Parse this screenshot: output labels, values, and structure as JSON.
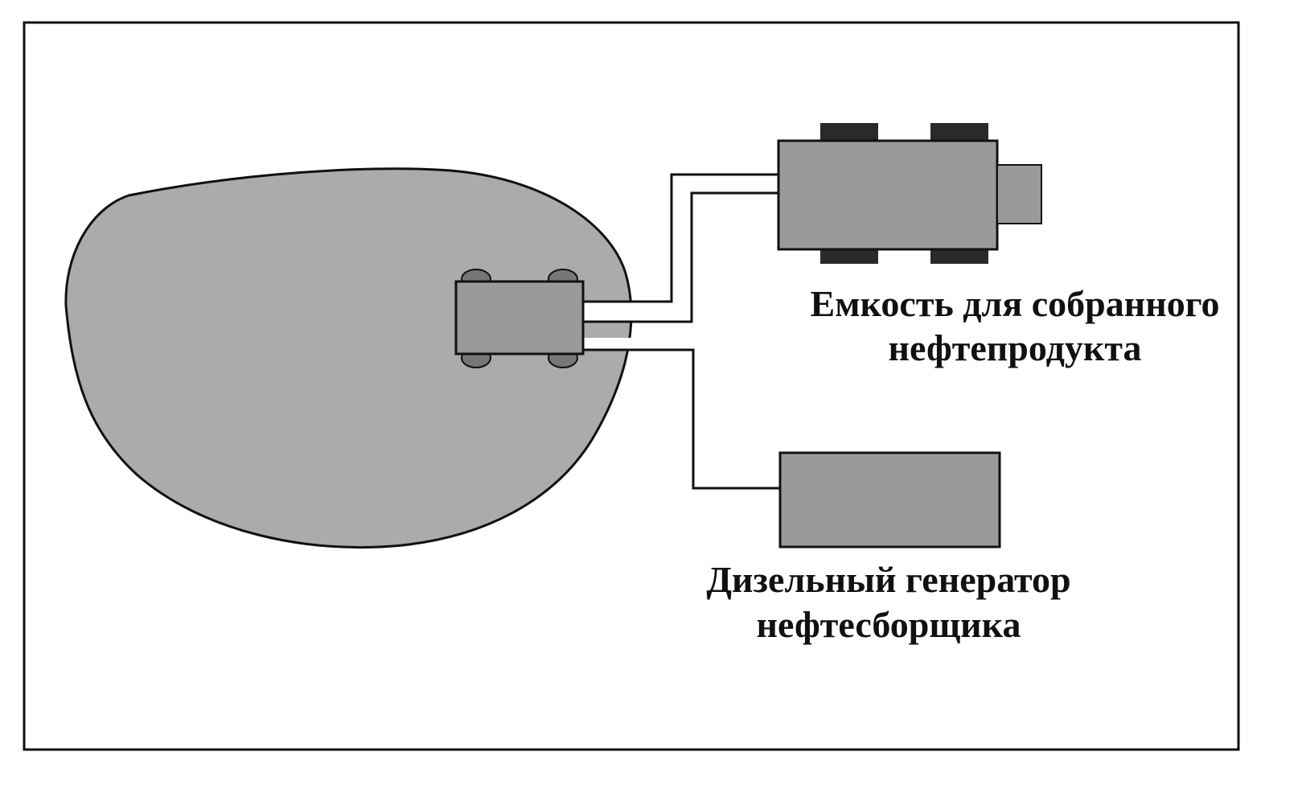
{
  "labels": {
    "tank_line1": "Емкость для собранного",
    "tank_line2": "нефтепродукта",
    "generator_line1": "Дизельный генератор",
    "generator_line2": "нефтесборщика"
  },
  "colors": {
    "slick_fill": "#ababab",
    "equipment_fill": "#9a9a9a",
    "tread_fill": "#2a2a2a",
    "stroke": "#111111"
  }
}
